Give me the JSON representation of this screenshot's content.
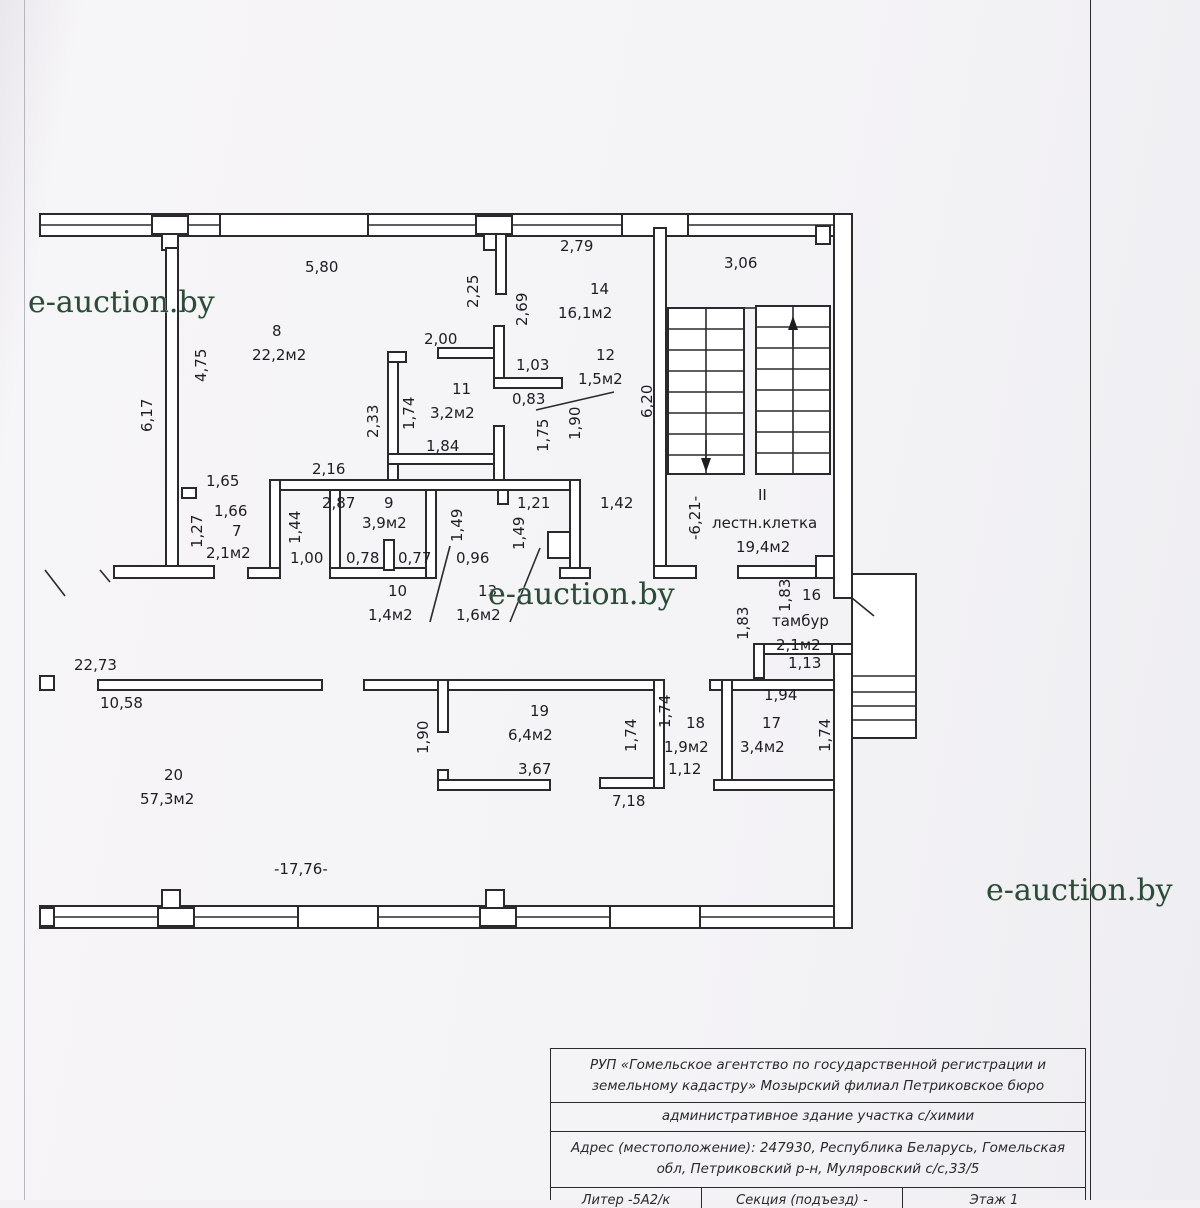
{
  "plan": {
    "dimensions": {
      "d_5_80": "5,80",
      "d_2_25": "2,25",
      "d_2_69": "2,69",
      "d_2_79": "2,79",
      "d_3_06": "3,06",
      "d_6_17": "6,17",
      "d_4_75": "4,75",
      "d_2_00": "2,00",
      "d_1_03": "1,03",
      "d_0_83": "0,83",
      "d_2_33": "2,33",
      "d_1_74a": "1,74",
      "d_1_75": "1,75",
      "d_1_90a": "1,90",
      "d_6_20": "6,20",
      "d_1_84": "1,84",
      "d_2_16": "2,16",
      "d_1_65": "1,65",
      "d_1_66": "1,66",
      "d_1_27": "1,27",
      "d_1_44": "1,44",
      "d_2_87": "2,87",
      "d_1_49a": "1,49",
      "d_1_21": "1,21",
      "d_1_49b": "1,49",
      "d_1_42": "1,42",
      "d_6_21": "-6,21-",
      "d_1_00": "1,00",
      "d_0_78": "0,78",
      "d_0_77": "0,77",
      "d_0_96": "0,96",
      "d_1_83a": "1,83",
      "d_1_83b": "1,83",
      "d_1_13": "1,13",
      "d_22_73": "22,73",
      "d_10_58": "10,58",
      "d_1_94": "1,94",
      "d_1_90b": "1,90",
      "d_1_74b": "1,74",
      "d_1_74c": "1,74",
      "d_1_74d": "1,74",
      "d_3_67": "3,67",
      "d_1_12": "1,12",
      "d_7_18": "7,18",
      "d_17_76": "-17,76-"
    },
    "rooms": {
      "r8_num": "8",
      "r8_area": "22,2м2",
      "r14_num": "14",
      "r14_area": "16,1м2",
      "r12_num": "12",
      "r12_area": "1,5м2",
      "r11_num": "11",
      "r11_area": "3,2м2",
      "r9_num": "9",
      "r9_area": "3,9м2",
      "r7_num": "7",
      "r7_area": "2,1м2",
      "r10_num": "10",
      "r10_area": "1,4м2",
      "r13_num": "13",
      "r13_area": "1,6м2",
      "rII_num": "II",
      "rII_name": "лестн.клетка",
      "rII_area": "19,4м2",
      "r16_num": "16",
      "r16_name": "тамбур",
      "r16_area": "2,1м2",
      "r19_num": "19",
      "r19_area": "6,4м2",
      "r18_num": "18",
      "r18_area": "1,9м2",
      "r17_num": "17",
      "r17_area": "3,4м2",
      "r20_num": "20",
      "r20_area": "57,3м2"
    },
    "watermarks": [
      "e-auction.by",
      "e-auction.by",
      "e-auction.by"
    ]
  },
  "title_block": {
    "org_line1": "РУП «Гомельское агентство по государственной регистрации и",
    "org_line2": "земельному кадастру» Мозырский филиал Петриковское бюро",
    "object": "административное здание участка с/химии",
    "address_line1": "Адрес (местоположение): 247930, Республика Беларусь, Гомельская",
    "address_line2": "обл, Петриковский р-н, Муляровский  с/с,33/5",
    "litera": "Литер -5А2/к",
    "section": "Секция (подъезд)  -",
    "floor": "Этаж 1"
  }
}
